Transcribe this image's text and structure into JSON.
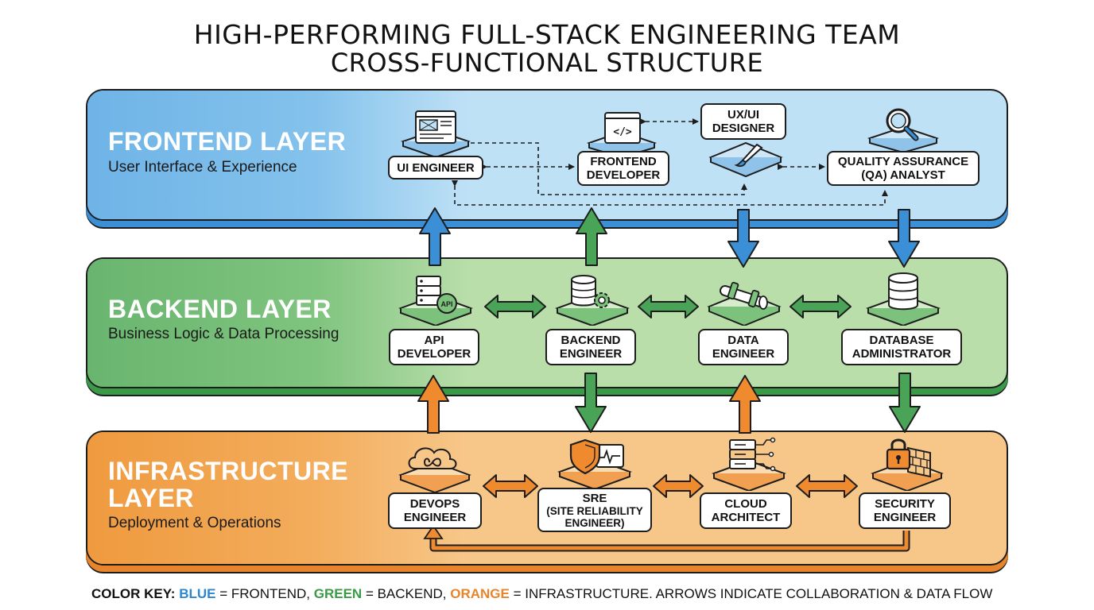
{
  "title": {
    "line1": "HIGH-PERFORMING FULL-STACK ENGINEERING TEAM",
    "line2": "CROSS-FUNCTIONAL STRUCTURE"
  },
  "layers": {
    "frontend": {
      "name": "FRONTEND LAYER",
      "subtitle": "User Interface & Experience",
      "color": "#3a8fd6",
      "roles": {
        "ui_engineer": [
          "UI ENGINEER"
        ],
        "frontend_developer": [
          "FRONTEND",
          "DEVELOPER"
        ],
        "ux_ui_designer": [
          "UX/UI",
          "DESIGNER"
        ],
        "qa_analyst": [
          "QUALITY ASSURANCE",
          "(QA) ANALYST"
        ]
      }
    },
    "backend": {
      "name": "BACKEND LAYER",
      "subtitle": "Business Logic & Data Processing",
      "color": "#3b9a48",
      "roles": {
        "api_developer": [
          "API",
          "DEVELOPER"
        ],
        "backend_engineer": [
          "BACKEND",
          "ENGINEER"
        ],
        "data_engineer": [
          "DATA",
          "ENGINEER"
        ],
        "database_administrator": [
          "DATABASE",
          "ADMINISTRATOR"
        ]
      }
    },
    "infrastructure": {
      "name_line1": "INFRASTRUCTURE",
      "name_line2": "LAYER",
      "subtitle": "Deployment & Operations",
      "color": "#e8842c",
      "roles": {
        "devops_engineer": [
          "DEVOPS",
          "ENGINEER"
        ],
        "sre": [
          "SRE",
          "(SITE RELIABILITY",
          "ENGINEER)"
        ],
        "cloud_architect": [
          "CLOUD",
          "ARCHITECT"
        ],
        "security_engineer": [
          "SECURITY",
          "ENGINEER"
        ]
      }
    }
  },
  "icons": {
    "ui_engineer": "browser-wireframe-icon",
    "frontend_developer": "code-window-icon",
    "ux_ui_designer": "paintbrush-icon",
    "qa_analyst": "magnifier-icon",
    "api_developer": "api-server-icon",
    "backend_engineer": "database-gear-icon",
    "data_engineer": "data-pipe-icon",
    "database_administrator": "database-stack-icon",
    "devops_engineer": "infinity-cloud-icon",
    "sre": "shield-heartbeat-icon",
    "cloud_architect": "server-rack-icon",
    "security_engineer": "padlock-firewall-icon"
  },
  "api_label": "API",
  "color_key": {
    "prefix": "COLOR KEY:",
    "blue": "BLUE",
    "blue_rest": " = FRONTEND, ",
    "green": "GREEN",
    "green_rest": " = BACKEND, ",
    "orange": "ORANGE",
    "orange_rest": " = INFRASTRUCTURE. ARROWS INDICATE COLLABORATION & DATA FLOW"
  }
}
